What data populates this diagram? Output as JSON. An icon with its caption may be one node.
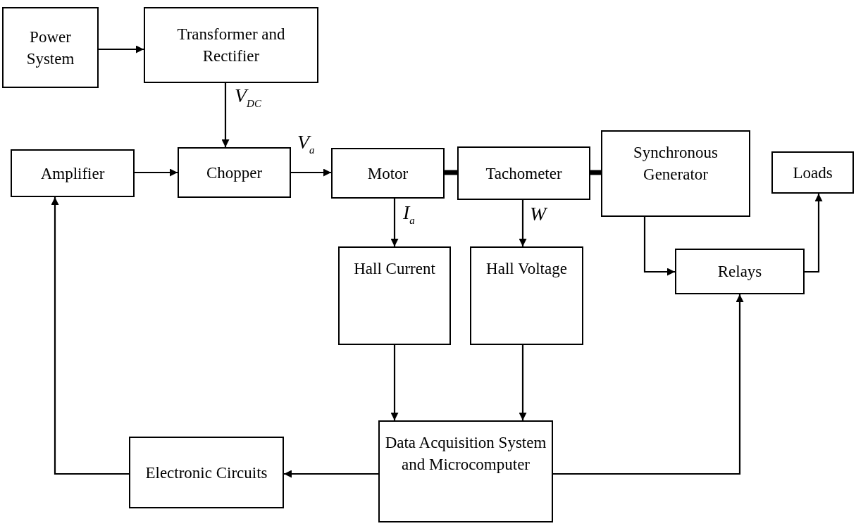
{
  "diagram": {
    "nodes": [
      {
        "text": [
          "Power System"
        ]
      },
      {
        "text": [
          "Transformer and Rectifier"
        ]
      },
      {
        "text": [
          "Amplifier"
        ]
      },
      {
        "text": [
          "Chopper"
        ]
      },
      {
        "text": [
          "Motor"
        ]
      },
      {
        "text": [
          "Tachometer"
        ]
      },
      {
        "text": [
          "Synchronous Generator"
        ]
      },
      {
        "text": [
          "Loads"
        ]
      },
      {
        "text": [
          "Hall Current"
        ]
      },
      {
        "text": [
          "Hall Voltage"
        ]
      },
      {
        "text": [
          "Relays"
        ]
      },
      {
        "text": [
          "Electronic Circuits"
        ]
      },
      {
        "text": [
          "Data Acquisition System and Microcomputer"
        ]
      }
    ],
    "edges": [
      {
        "from": 0,
        "to": 1,
        "arrow": "to"
      },
      {
        "from": 1,
        "to": 3,
        "arrow": "to",
        "label": "V$_{DC}$"
      },
      {
        "from": 2,
        "to": 3,
        "arrow": "to"
      },
      {
        "from": 3,
        "to": 4,
        "arrow": "to",
        "label": "V$_{a}$"
      },
      {
        "from": 4,
        "to": 5,
        "arrow": "none",
        "style": "thick"
      },
      {
        "from": 5,
        "to": 6,
        "arrow": "none",
        "style": "thick"
      },
      {
        "from": 4,
        "to": 8,
        "arrow": "to",
        "label": "I$_{a}$"
      },
      {
        "from": 5,
        "to": 9,
        "arrow": "to",
        "label": "W"
      },
      {
        "from": 6,
        "to": 10,
        "arrow": "to"
      },
      {
        "from": 10,
        "to": 7,
        "arrow": "to"
      },
      {
        "from": 8,
        "to": 12,
        "arrow": "to"
      },
      {
        "from": 9,
        "to": 12,
        "arrow": "to"
      },
      {
        "from": 12,
        "to": 10,
        "arrow": "to"
      },
      {
        "from": 12,
        "to": 11,
        "arrow": "to"
      },
      {
        "from": 11,
        "to": 2,
        "arrow": "to"
      }
    ]
  }
}
